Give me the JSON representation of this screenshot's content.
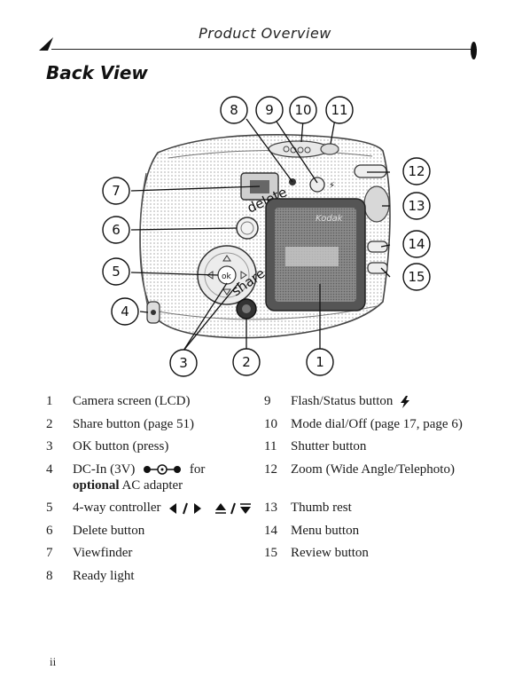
{
  "header": {
    "title": "Product Overview"
  },
  "section": {
    "title": "Back View"
  },
  "figure": {
    "screen_brand": "Kodak",
    "callouts": [
      "1",
      "2",
      "3",
      "4",
      "5",
      "6",
      "7",
      "8",
      "9",
      "10",
      "11",
      "12",
      "13",
      "14",
      "15"
    ],
    "button_labels": {
      "delete": "delete",
      "share": "share",
      "ok": "ok"
    }
  },
  "legend": {
    "items": [
      {
        "num": "1",
        "text": "Camera screen (LCD)"
      },
      {
        "num": "2",
        "text": "Share button (page 51)"
      },
      {
        "num": "3",
        "text": "OK button (press)"
      },
      {
        "num": "4",
        "text": "DC-In (3V)",
        "suffix": "for",
        "bold_text": "optional",
        "line2_text": "AC adapter"
      },
      {
        "num": "5",
        "text": "4-way controller"
      },
      {
        "num": "6",
        "text": "Delete button"
      },
      {
        "num": "7",
        "text": "Viewfinder"
      },
      {
        "num": "8",
        "text": "Ready light"
      },
      {
        "num": "9",
        "text": "Flash/Status button"
      },
      {
        "num": "10",
        "text": "Mode dial/Off (page 17, page 6)"
      },
      {
        "num": "11",
        "text": "Shutter button"
      },
      {
        "num": "12",
        "text": "Zoom (Wide Angle/Telephoto)"
      },
      {
        "num": "13",
        "text": "Thumb rest"
      },
      {
        "num": "14",
        "text": "Menu button"
      },
      {
        "num": "15",
        "text": "Review button"
      }
    ]
  },
  "footer": {
    "page_number": "ii"
  }
}
